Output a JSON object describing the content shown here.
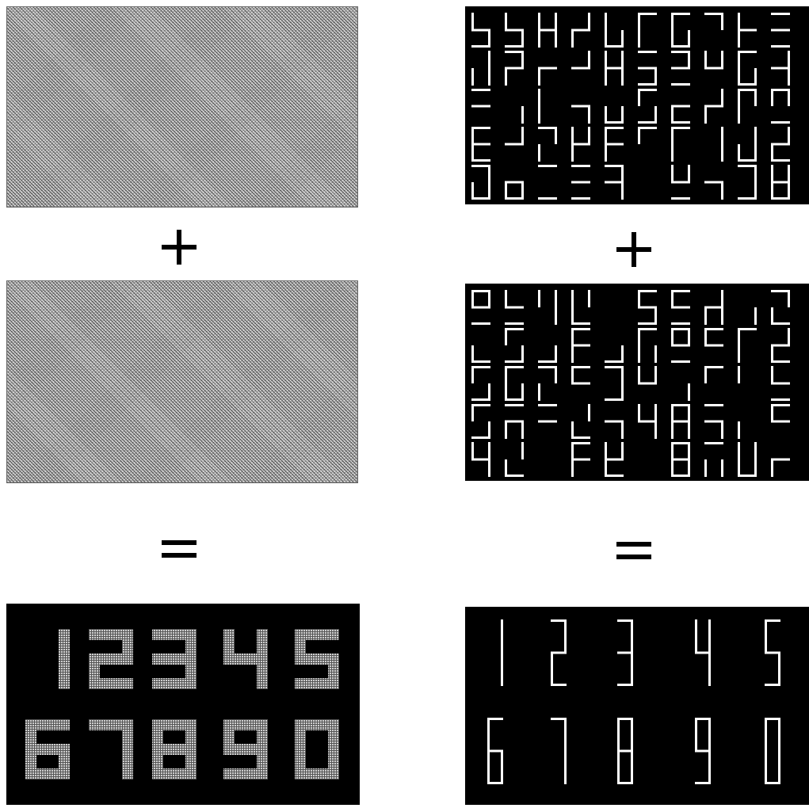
{
  "figure": {
    "operators": {
      "plus": "+",
      "equals": "="
    },
    "left_scheme": {
      "share_1": "random-noise",
      "share_2": "random-noise",
      "result_digits": [
        "1",
        "2",
        "3",
        "4",
        "5",
        "6",
        "7",
        "8",
        "9",
        "0"
      ],
      "result_style": "dotted-block-digits"
    },
    "right_scheme": {
      "share_1": "seven-segment-fragments",
      "share_2": "seven-segment-fragments",
      "result_digits": [
        "1",
        "2",
        "3",
        "4",
        "5",
        "6",
        "7",
        "8",
        "9",
        "0"
      ],
      "result_style": "seven-segment"
    },
    "colors": {
      "background": "#ffffff",
      "panel": "#000000",
      "noise_gray": "#c4c4c4",
      "segment": "#ffffff",
      "dot_digit": "#bdbdbd"
    }
  }
}
